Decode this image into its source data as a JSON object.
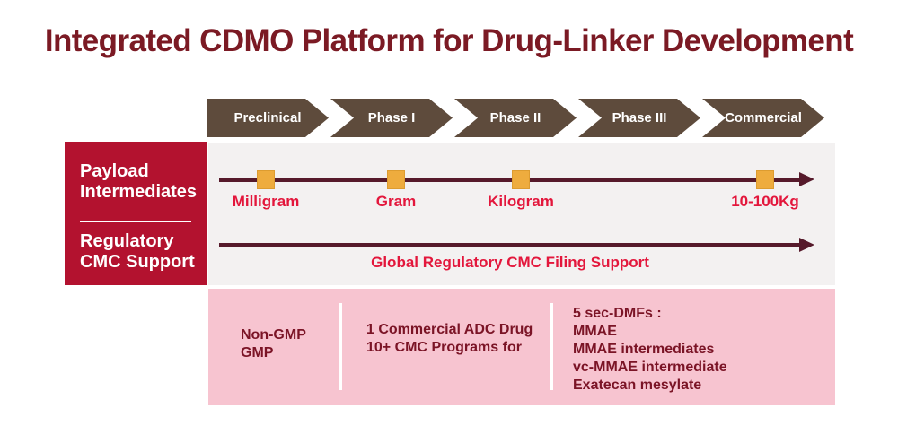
{
  "title": "Integrated CDMO Platform for Drug-Linker Development",
  "phases": [
    "Preclinical",
    "Phase I",
    "Phase II",
    "Phase III",
    "Commercial"
  ],
  "sidebar": {
    "payload": "Payload\nIntermediates",
    "regulatory": "Regulatory\nCMC Support"
  },
  "payload_timeline": {
    "milestones": [
      "Milligram",
      "Gram",
      "Kilogram",
      "10-100Kg"
    ]
  },
  "regulatory_timeline": {
    "caption": "Global Regulatory CMC Filing Support"
  },
  "details": {
    "columns": [
      {
        "lines": [
          "Non-GMP",
          "GMP"
        ]
      },
      {
        "lines": [
          "1 Commercial ADC Drug",
          "10+ CMC Programs for"
        ]
      },
      {
        "lines": [
          "5 sec-DMFs :",
          "MMAE",
          "MMAE intermediates",
          "vc-MMAE intermediate",
          "Exatecan mesylate"
        ]
      }
    ]
  },
  "colors": {
    "title": "#7b1a24",
    "arrow_band": "#5e4b3c",
    "sidebar_bg": "#b3122f",
    "timeline_line": "#561a2b",
    "milestone_label": "#e3173c",
    "milestone_marker": "#eeac3e",
    "panel_gray": "#f3f1f1",
    "panel_pink": "#f7c4d0",
    "details_text": "#7b1426"
  }
}
